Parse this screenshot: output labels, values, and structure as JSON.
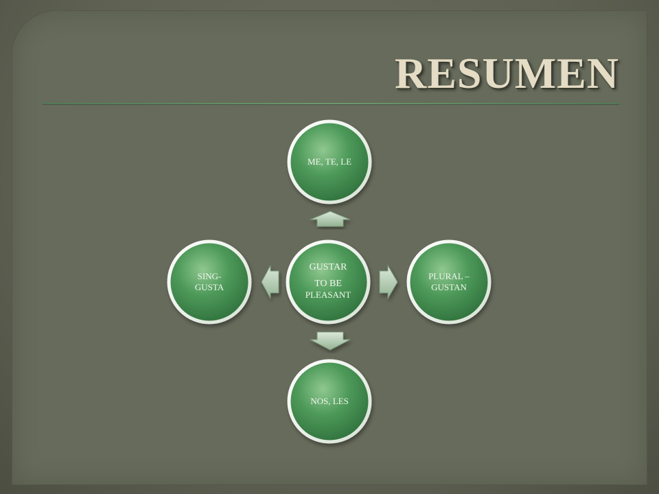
{
  "slide": {
    "title": "RESUMEN"
  },
  "diagram": {
    "center": {
      "lines": [
        "GUSTAR",
        "TO BE",
        "PLEASANT"
      ]
    },
    "top": {
      "lines": [
        "ME, TE, LE"
      ]
    },
    "right": {
      "lines": [
        "PLURAL –",
        "GUSTAN"
      ]
    },
    "bottom": {
      "lines": [
        "NOS, LES"
      ]
    },
    "left": {
      "lines": [
        "SING-",
        "GUSTA"
      ]
    }
  },
  "colors": {
    "panel": "#676b5b",
    "title": "#e4dcc4",
    "node_fill": "#3d8a4c",
    "node_ring": "#eef3ec",
    "arrow": "#b9d0b8"
  }
}
